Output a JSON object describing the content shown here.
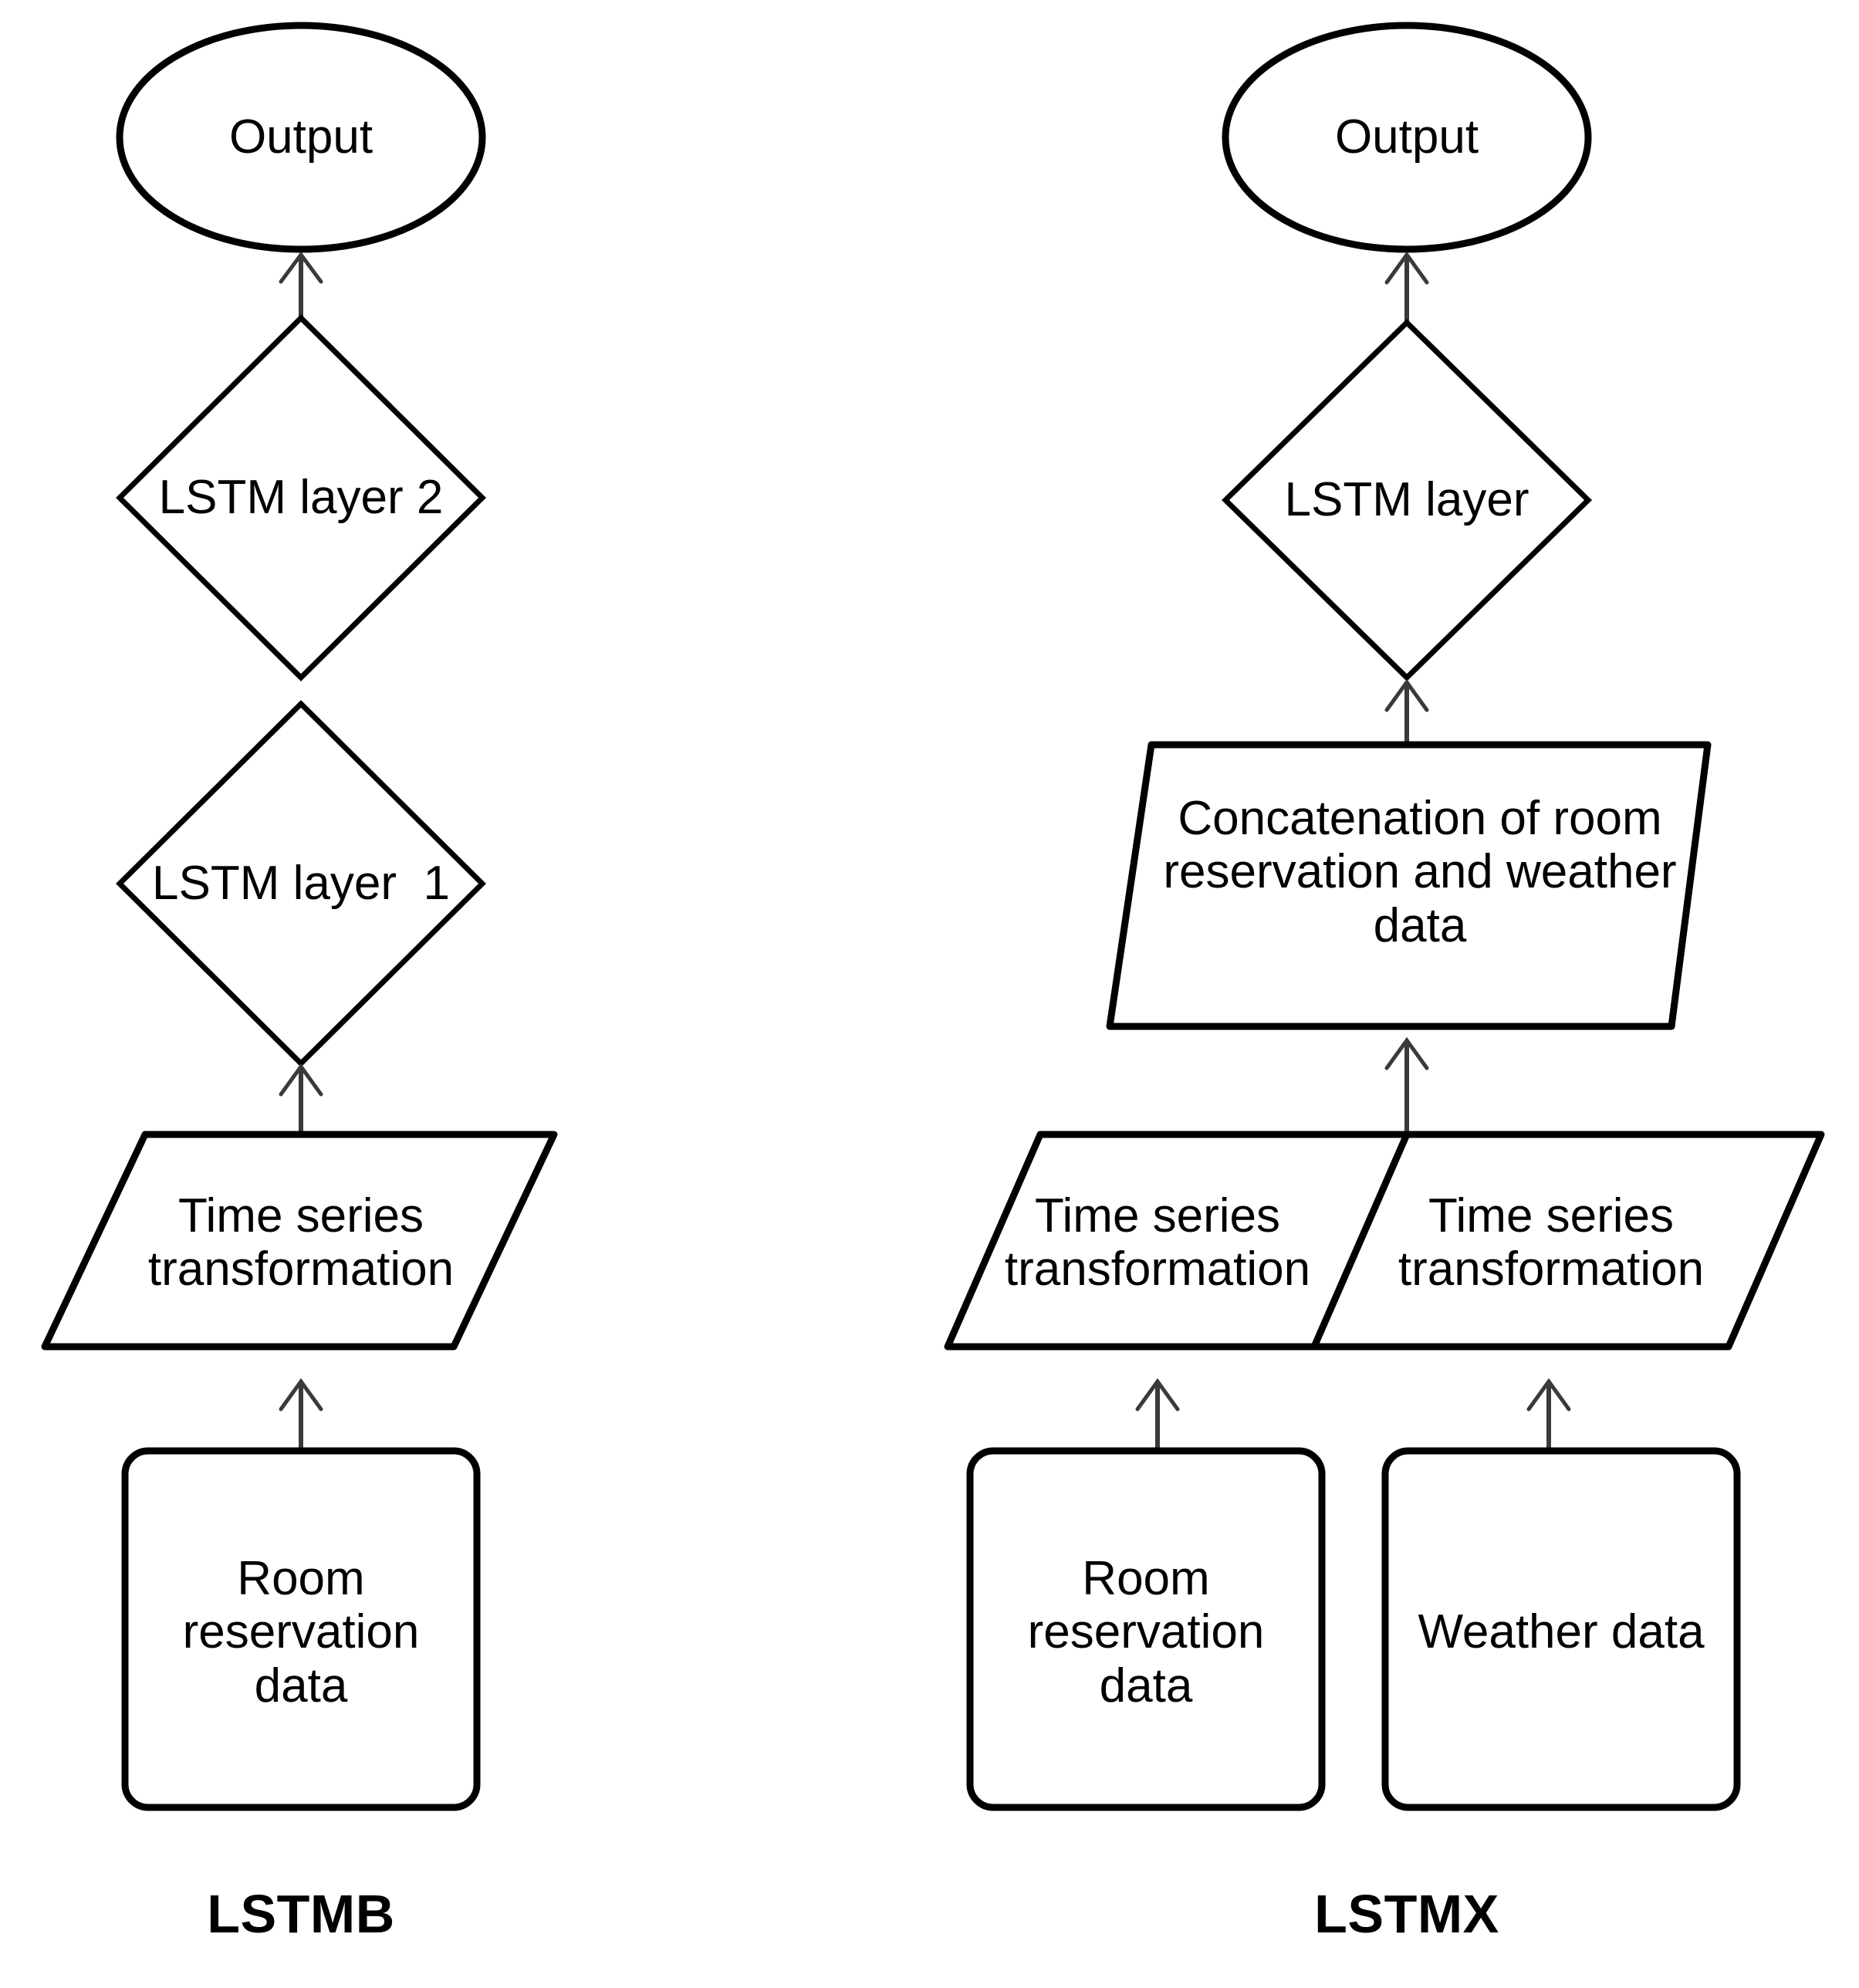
{
  "figure": {
    "background_color": "#ffffff",
    "stroke_color": "#000000",
    "connector_color": "#3a3a3a",
    "text_color": "#000000"
  },
  "diagrams": [
    {
      "caption": "LSTMB",
      "nodes": {
        "output": "Output",
        "lstm_layer_2": "LSTM layer 2",
        "lstm_layer_1": "LSTM layer  1",
        "time_series_transformation": "Time series\ntransformation",
        "room_reservation_data": "Room\nreservation\ndata"
      }
    },
    {
      "caption": "LSTMX",
      "nodes": {
        "output": "Output",
        "lstm_layer": "LSTM layer",
        "concatenation": "Concatenation of room\nreservation and weather\ndata",
        "time_series_transformation_left": "Time series\ntransformation",
        "time_series_transformation_right": "Time series\ntransformation",
        "room_reservation_data": "Room\nreservation\ndata",
        "weather_data": "Weather data"
      }
    }
  ]
}
